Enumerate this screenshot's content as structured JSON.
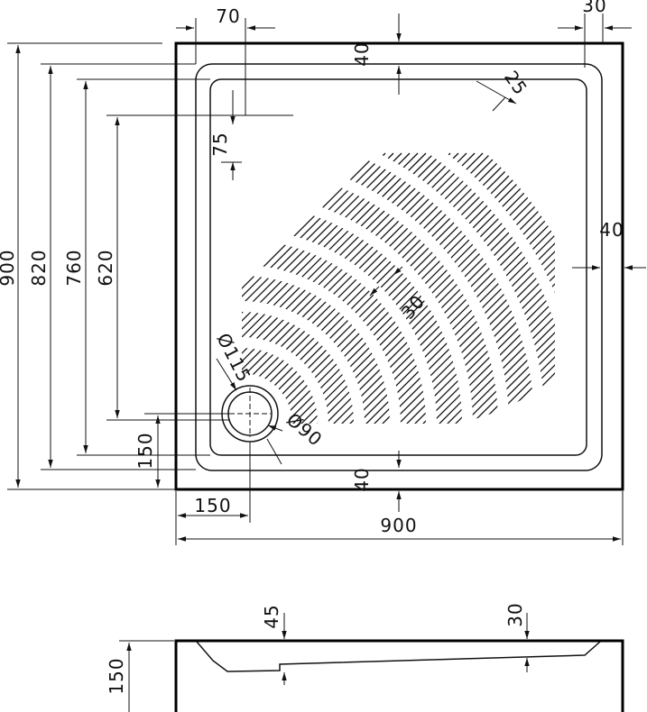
{
  "drawing": {
    "top_view": {
      "dims": {
        "overall_width": "900",
        "overall_height": "900",
        "rim_height": "820",
        "inner_height": "760",
        "pattern_height": "620",
        "drain_offset_x": "150",
        "drain_offset_y": "150",
        "rim_offset_x": "70",
        "rim_top": "40",
        "rim_bottom": "40",
        "rim_right": "40",
        "right_gap": "30",
        "corner_radius": "25",
        "pattern_start": "75",
        "slope": "30",
        "drain_outer": "Ø115",
        "drain_inner": "Ø90"
      }
    },
    "side_view": {
      "dims": {
        "height": "150",
        "depth_left": "45",
        "depth_right": "30"
      }
    }
  }
}
